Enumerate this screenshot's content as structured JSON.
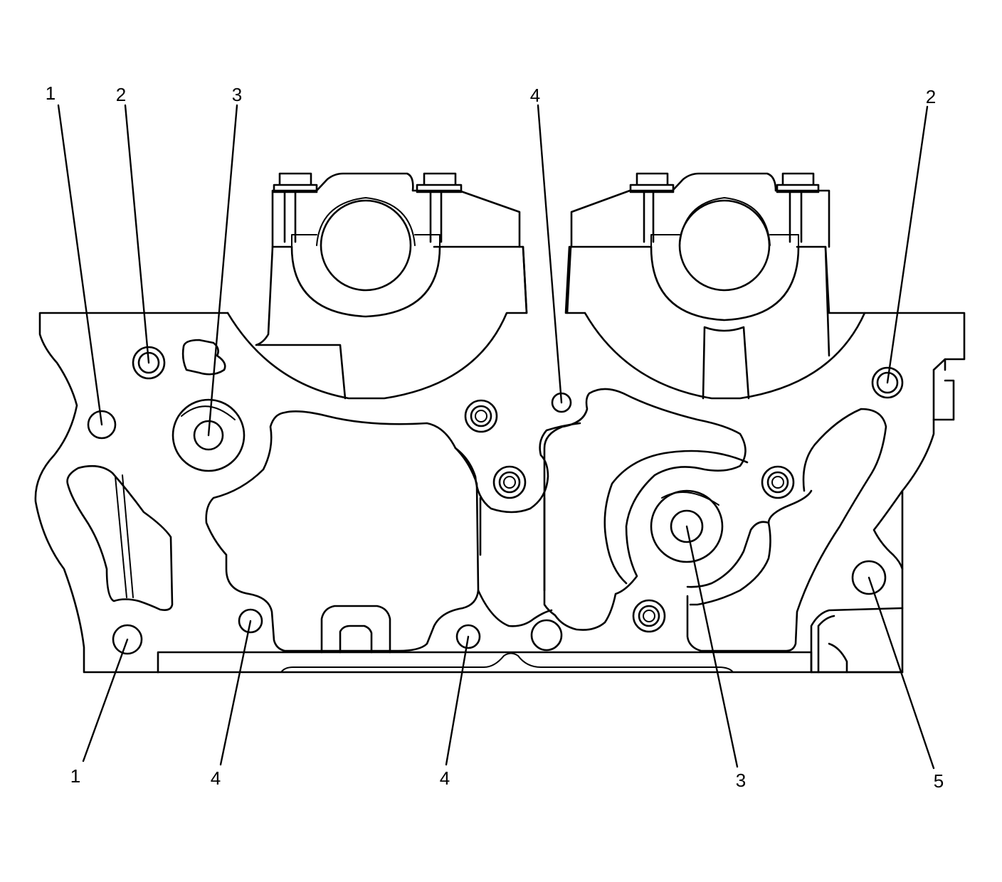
{
  "diagram": {
    "callouts_top": [
      {
        "id": "t1",
        "label": "1"
      },
      {
        "id": "t2",
        "label": "2"
      },
      {
        "id": "t3",
        "label": "3"
      },
      {
        "id": "t4",
        "label": "4"
      },
      {
        "id": "t5",
        "label": "2"
      }
    ],
    "callouts_bottom": [
      {
        "id": "b1",
        "label": "1"
      },
      {
        "id": "b2",
        "label": "4"
      },
      {
        "id": "b3",
        "label": "4"
      },
      {
        "id": "b4",
        "label": "3"
      },
      {
        "id": "b5",
        "label": "5"
      }
    ]
  }
}
